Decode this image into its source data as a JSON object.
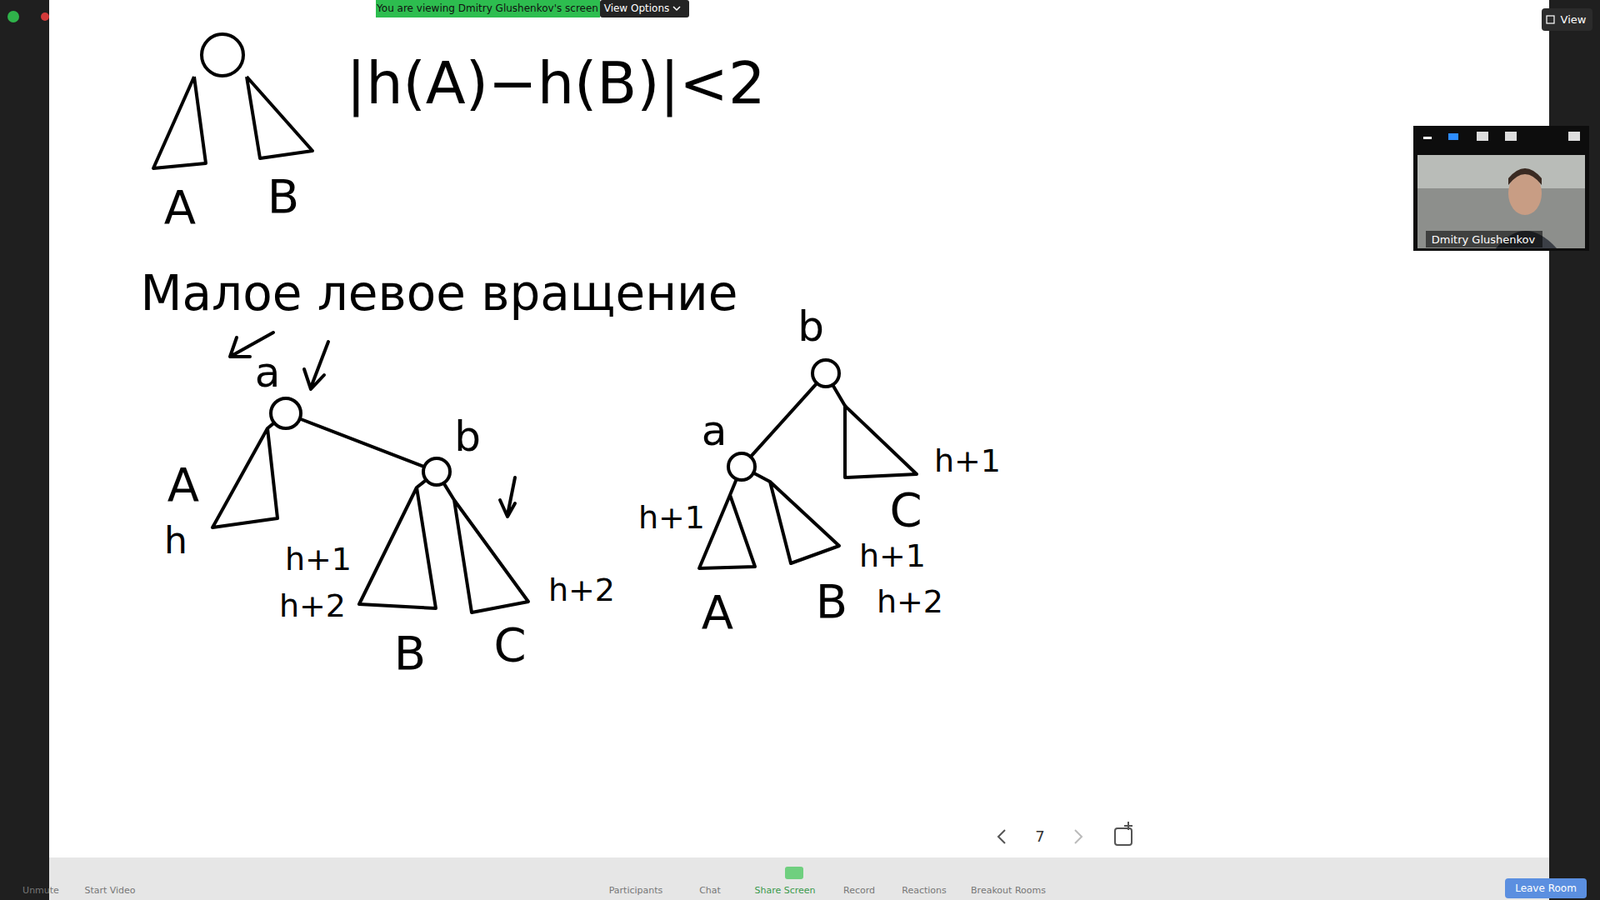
{
  "diagram": {
    "nodes": [
      {
        "text": [
          "A"
        ]
      },
      {
        "text": [
          "B"
        ]
      },
      {
        "text": [
          "a"
        ]
      },
      {
        "text": [
          "b"
        ]
      },
      {
        "text": [
          "A",
          "h"
        ]
      },
      {
        "text": [
          "h+1",
          "h+2",
          "B"
        ]
      },
      {
        "text": [
          "h+2",
          "C"
        ]
      },
      {
        "text": [
          "b"
        ]
      },
      {
        "text": [
          "a"
        ]
      },
      {
        "text": [
          "h+1",
          "C"
        ]
      },
      {
        "text": [
          "h+1",
          "A"
        ]
      },
      {
        "text": [
          "B",
          "h+1",
          "h+2"
        ]
      }
    ],
    "edges": [
      {
        "from": 2,
        "to": 3,
        "arrow": "none"
      },
      {
        "from": 2,
        "to": 4,
        "arrow": "none"
      },
      {
        "from": 3,
        "to": 5,
        "arrow": "none"
      },
      {
        "from": 3,
        "to": 6,
        "arrow": "none"
      },
      {
        "from": 7,
        "to": 8,
        "arrow": "none"
      },
      {
        "from": 7,
        "to": 9,
        "arrow": "none"
      },
      {
        "from": 8,
        "to": 10,
        "arrow": "none"
      },
      {
        "from": 8,
        "to": 11,
        "arrow": "none"
      }
    ],
    "labels": [
      "You are viewing Dmitry Glushenkov's screen",
      "View Options",
      "View",
      "Dmitry Glushenkov",
      "|h(A)−h(B)|<2",
      "Малое левое вращение",
      "7",
      "Unmute",
      "Start Video",
      "Participants",
      "Chat",
      "Share Screen",
      "Record",
      "Reactions",
      "Breakout Rooms",
      "Leave Room"
    ]
  }
}
